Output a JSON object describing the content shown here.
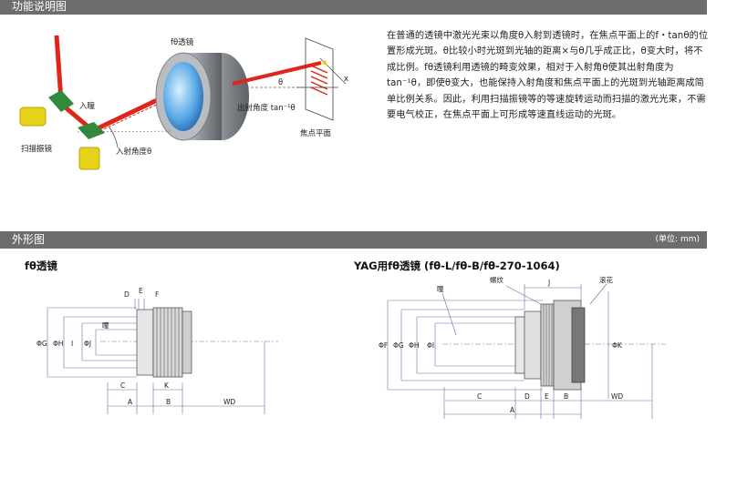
{
  "sections": {
    "function": {
      "title": "功能说明图"
    },
    "outline": {
      "title": "外形图",
      "unit": "(单位: mm)"
    }
  },
  "description": "在普通的透镜中激光光束以角度θ入射到透镜时，在焦点平面上的f・tanθ的位置形成光斑。θ比较小时光斑到光轴的距离×与θ几乎成正比，θ变大时，将不成比例。fθ透镜利用透镜的畸变效果，相对于入射角θ使其出射角度为tan⁻¹θ，即使θ变大，也能保持入射角度和焦点平面上的光斑到光轴距离成简单比例关系。因此，利用扫描振镜等的等速旋转运动而扫描的激光光束，不需要电气校正，在焦点平面上可形成等速直线运动的光斑。",
  "function_diagram": {
    "lens_label": "fθ透镜",
    "entrance_label": "入瞳",
    "galvo_label": "扫描振镜",
    "incident_angle_label": "入射角度θ",
    "exit_angle_label": "出射角度 tan⁻¹θ",
    "focal_plane_label": "焦点平面",
    "x_label": "x",
    "theta_label": "θ",
    "colors": {
      "laser": "#e0261b",
      "lens": "#9aa0a6",
      "lens_glass": "#5aa9e6",
      "mirror": "#2f8a3e",
      "motor": "#e7d21a"
    }
  },
  "drawings": {
    "left": {
      "title": "fθ透镜",
      "labels": {
        "D": "D",
        "E": "E",
        "F": "F",
        "pupil": "瞳",
        "G": "ΦG",
        "H": "ΦH",
        "I": "I",
        "J": "ΦJ",
        "C": "C",
        "K": "K",
        "A": "A",
        "B": "B",
        "WD": "WD"
      }
    },
    "right": {
      "title": "YAG用fθ透镜 (fθ-L/fθ-B/fθ-270-1064)",
      "labels": {
        "thread": "螺纹",
        "knurl": "滚花",
        "pupil": "瞳",
        "J": "J",
        "F": "ΦF",
        "G": "ΦG",
        "H": "ΦH",
        "I": "ΦI",
        "K": "ΦK",
        "C": "C",
        "D": "D",
        "E": "E",
        "B": "B",
        "WD": "WD",
        "A": "A"
      }
    }
  }
}
